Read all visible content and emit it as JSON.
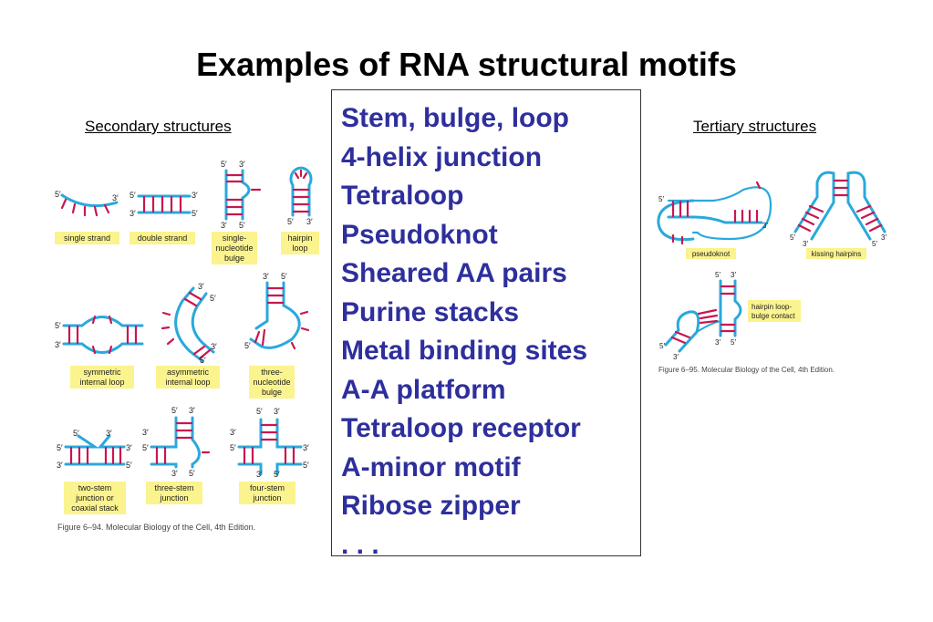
{
  "title": "Examples of RNA structural motifs",
  "labels": {
    "secondary": "Secondary structures",
    "tertiary": "Tertiary structures"
  },
  "motifs": [
    "Stem, bulge, loop",
    "4-helix junction",
    "Tetraloop",
    "Pseudoknot",
    "Sheared AA pairs",
    "Purine stacks",
    "Metal binding sites",
    "A-A platform",
    "Tetraloop receptor",
    "A-minor motif",
    "Ribose zipper",
    ". . ."
  ],
  "secondary_figure": {
    "tags": {
      "single_strand": "single strand",
      "double_strand": "double strand",
      "single_bulge": [
        "single-",
        "nucleotide",
        "bulge"
      ],
      "hairpin": [
        "hairpin",
        "loop"
      ],
      "symmetric": [
        "symmetric",
        "internal loop"
      ],
      "asymmetric": [
        "asymmetric",
        "internal loop"
      ],
      "three_bulge": [
        "three-",
        "nucleotide",
        "bulge"
      ],
      "two_stem": [
        "two-stem",
        "junction or",
        "coaxial stack"
      ],
      "three_stem": [
        "three-stem",
        "junction"
      ],
      "four_stem": [
        "four-stem",
        "junction"
      ]
    },
    "caption": "Figure 6–94. Molecular Biology of the Cell, 4th Edition.",
    "ends": {
      "five": "5′",
      "three": "3′"
    }
  },
  "tertiary_figure": {
    "tags": {
      "pseudoknot": "pseudoknot",
      "kissing": "kissing hairpins",
      "bulge_contact": [
        "hairpin loop-",
        "bulge contact"
      ]
    },
    "caption": "Figure 6–95. Molecular Biology of the Cell, 4th Edition."
  },
  "colors": {
    "strand": "#29a9dc",
    "pair": "#c8174f",
    "tag_bg": "#fbf38e",
    "list_text": "#2e2f9c"
  }
}
